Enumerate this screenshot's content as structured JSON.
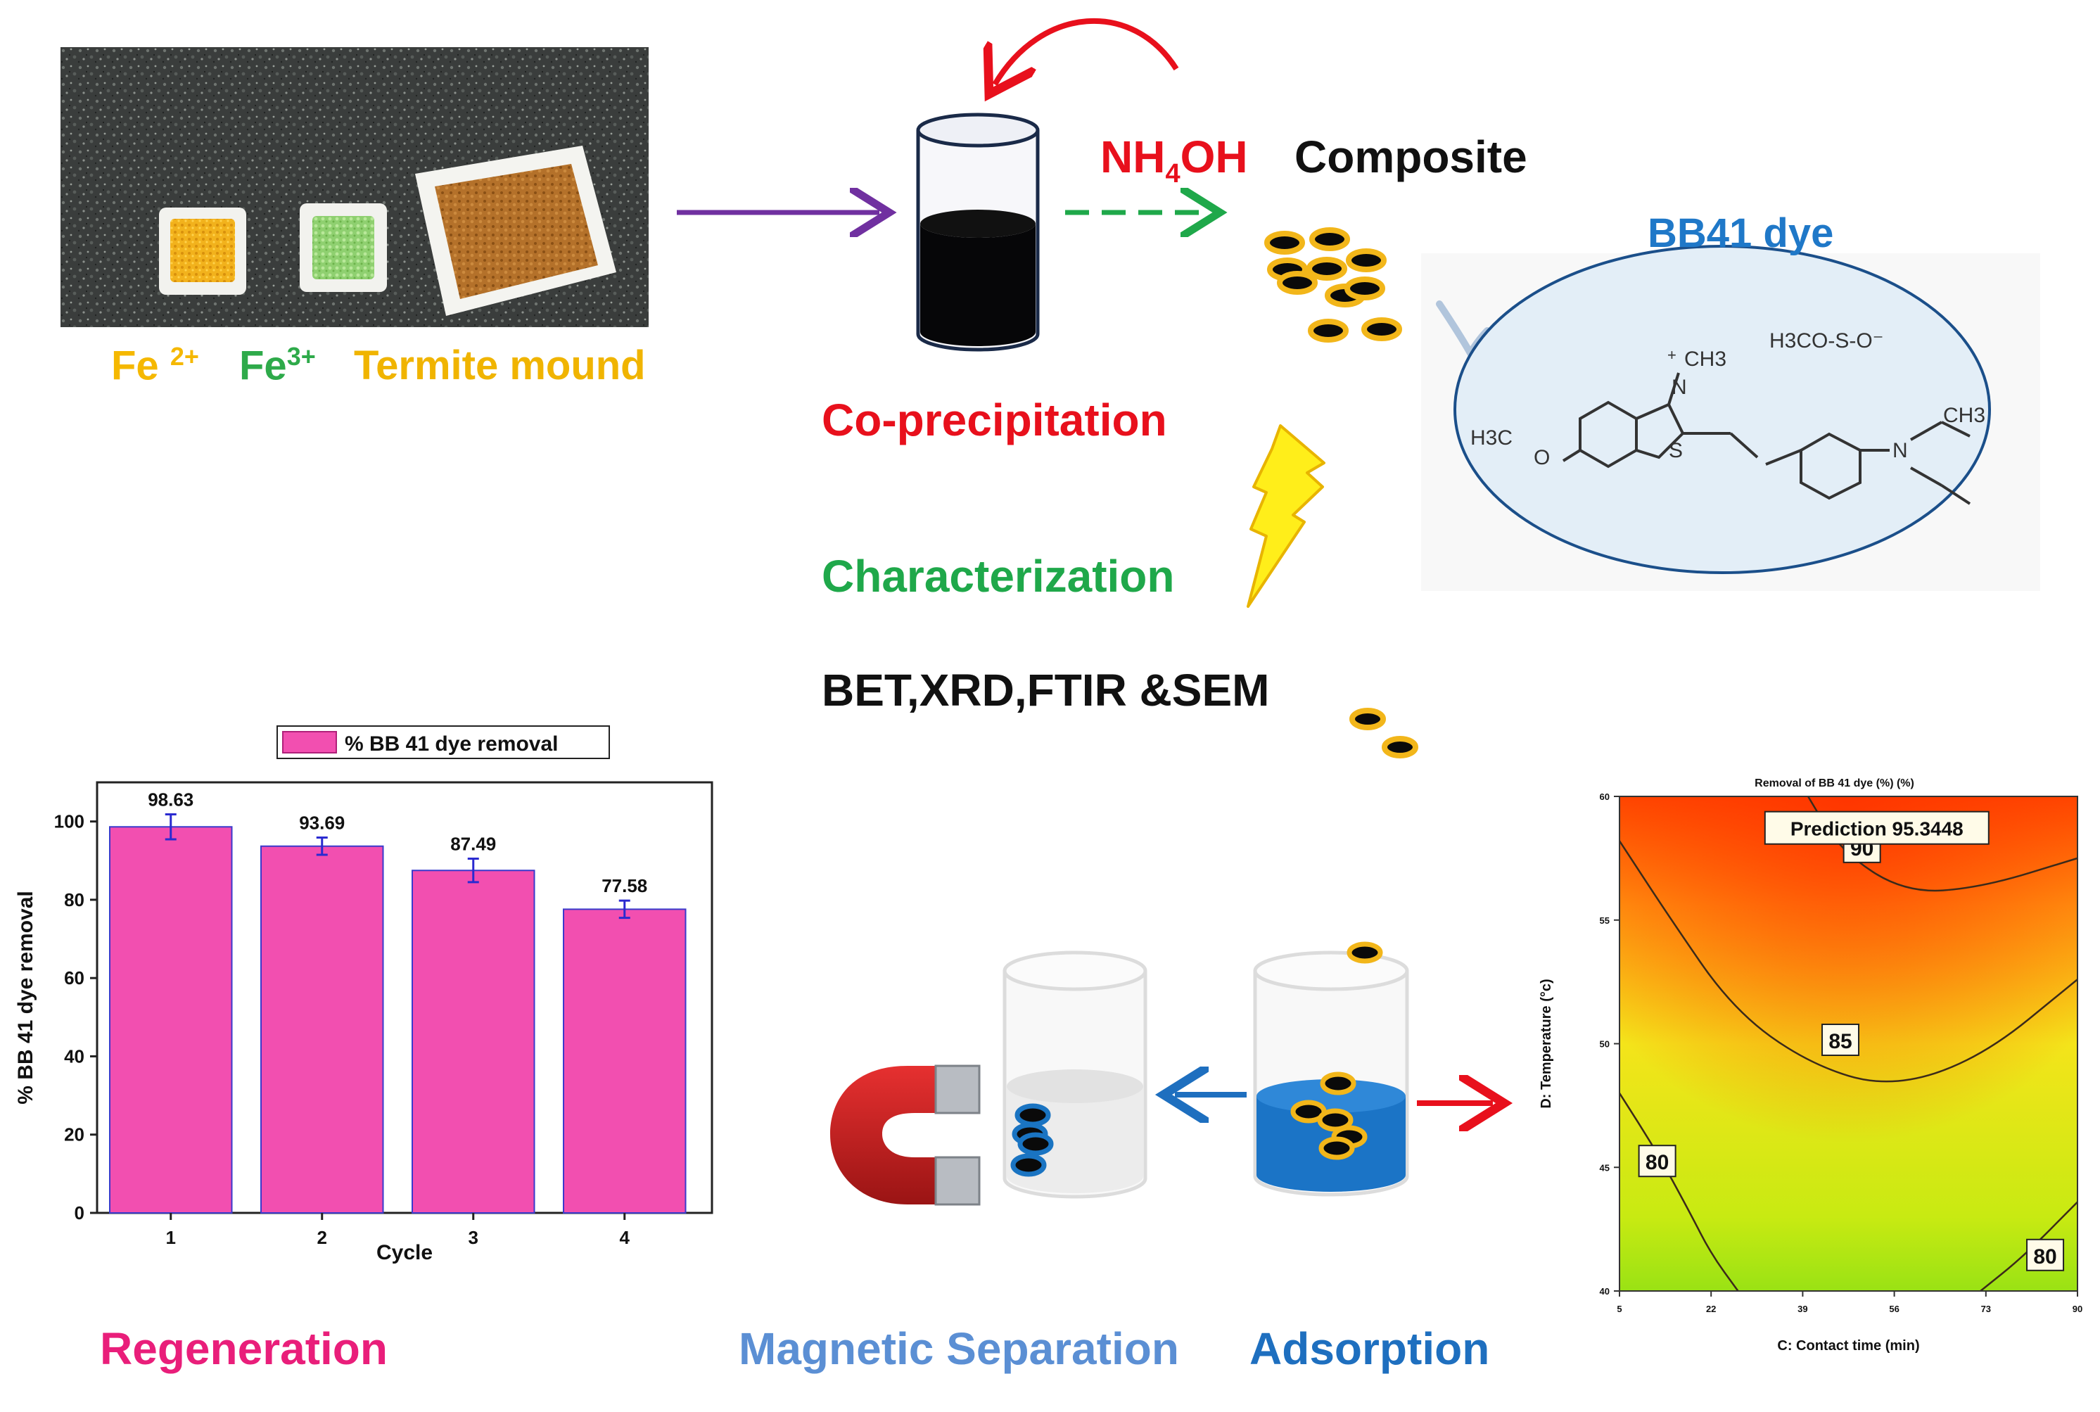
{
  "colors": {
    "fe2": "#f5b800",
    "fe3": "#2eaa4a",
    "termite": "#f0b400",
    "red": "#e8101c",
    "green": "#1fa84a",
    "purple": "#7030a0",
    "blue_title": "#1f78c8",
    "light_blue": "#5b8fd4",
    "dark_blue": "#1e6fbf",
    "pink": "#e91e7a",
    "bar": "#f24fb0"
  },
  "labels": {
    "fe2_base": "Fe",
    "fe2_sup": "2+",
    "fe3_base": "Fe",
    "fe3_sup": "3+",
    "termite": "Termite mound",
    "nh4oh_a": "NH",
    "nh4oh_sub": "4",
    "nh4oh_b": "OH",
    "composite": "Composite",
    "coprecip": "Co-precipitation",
    "characterization": "Characterization",
    "techniques": "BET,XRD,FTIR &SEM",
    "bb41": "BB41 dye",
    "regeneration": "Regeneration",
    "magnetic": "Magnetic Separation",
    "adsorption": "Adsorption"
  },
  "icons": {
    "photo": "raw-materials-photo",
    "beaker": "beaker-icon",
    "magnet": "magnet-icon",
    "lightning": "lightning-icon"
  },
  "molecule": {
    "ch3_top": "CH3",
    "anion": "H3CO-S-O⁻",
    "h3co": "H3C",
    "o": "O",
    "s": "S",
    "n": "N",
    "plus": "+",
    "ch3_right": "CH3"
  },
  "chart_data": [
    {
      "type": "bar",
      "legend": "% BB 41 dye removal",
      "xlabel": "Cycle",
      "ylabel": "% BB 41 dye removal",
      "categories": [
        "1",
        "2",
        "3",
        "4"
      ],
      "values": [
        98.63,
        93.69,
        87.49,
        77.58
      ],
      "value_labels": [
        "98.63",
        "93.69",
        "87.49",
        "77.58"
      ],
      "error": [
        3.2,
        2.2,
        3.0,
        2.2
      ],
      "ylim": [
        0,
        110
      ],
      "yticks": [
        "0",
        "20",
        "40",
        "60",
        "80",
        "100"
      ]
    },
    {
      "type": "heatmap",
      "title": "Removal of BB 41 dye  (%) (%)",
      "xlabel": "C: Contact time (min)",
      "ylabel": "D: Temperature (°c)",
      "xticks": [
        "5",
        "22",
        "39",
        "56",
        "73",
        "90"
      ],
      "yticks": [
        "40",
        "45",
        "50",
        "55",
        "60"
      ],
      "xlim": [
        5,
        90
      ],
      "ylim": [
        40,
        60
      ],
      "prediction": "Prediction  95.3448",
      "contour_labels": [
        "90",
        "85",
        "80",
        "80"
      ]
    }
  ]
}
